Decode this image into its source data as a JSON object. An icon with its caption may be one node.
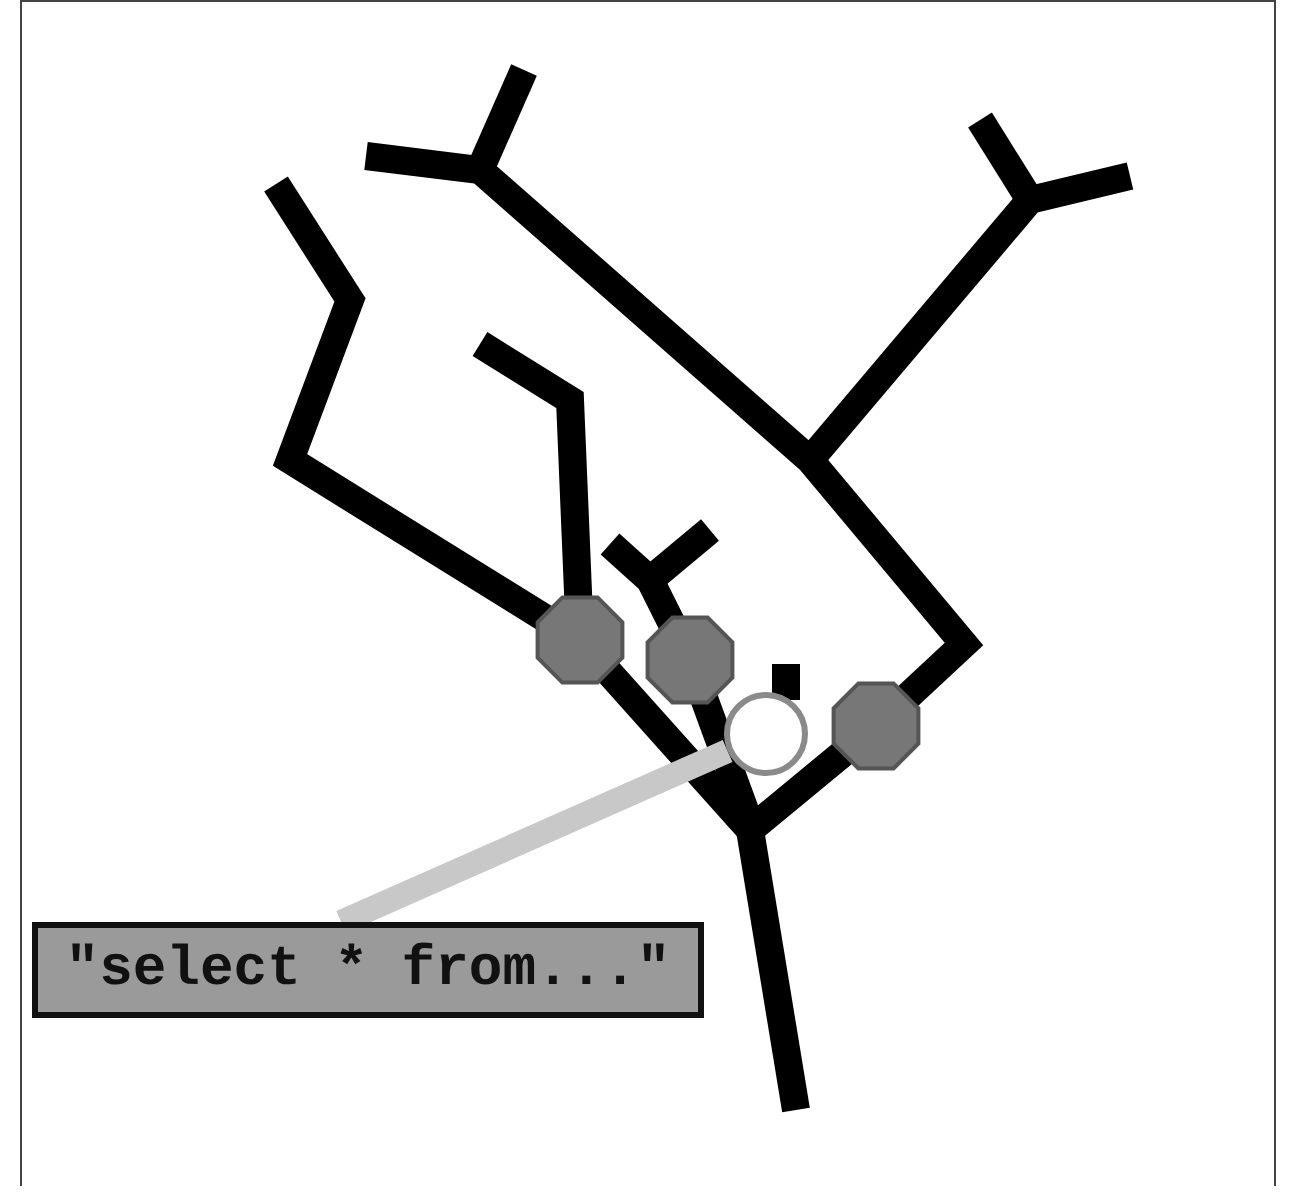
{
  "diagram": {
    "nodes": [
      {
        "text": [
          "\"select * from...\""
        ]
      },
      {
        "text": [],
        "shape": "circle"
      }
    ],
    "edges": [
      {
        "from": 0,
        "to": 1,
        "arrow": "none",
        "color": "#c8c8c8"
      }
    ]
  }
}
